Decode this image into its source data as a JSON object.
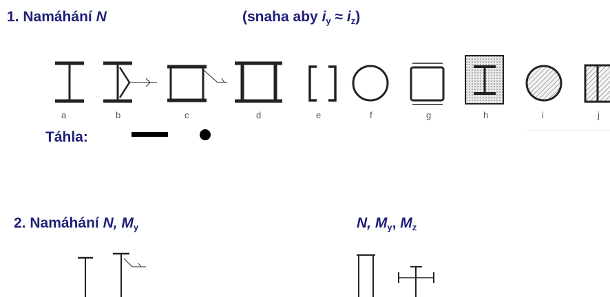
{
  "section1": {
    "number": "1.",
    "word": "Namáhání",
    "symbol": "N",
    "note_open": "(snaha aby",
    "note_i1": "i",
    "note_sub1": "y",
    "note_approx": "≈",
    "note_i2": "i",
    "note_sub2": "z",
    "note_close": ")"
  },
  "tension_label": "Táhla:",
  "section2": {
    "number": "2.",
    "word": "Namáhání",
    "symbol_n": "N,",
    "symbol_m": "M",
    "sub": "y"
  },
  "section3": {
    "n": "N,",
    "m1": "M",
    "sub1": "y",
    "m2": "M",
    "sub2": "z"
  },
  "figure_labels": [
    "a",
    "b",
    "c",
    "d",
    "e",
    "f",
    "g",
    "h",
    "i",
    "j"
  ],
  "colors": {
    "heading": "#1f1f78",
    "line": "#222222"
  }
}
